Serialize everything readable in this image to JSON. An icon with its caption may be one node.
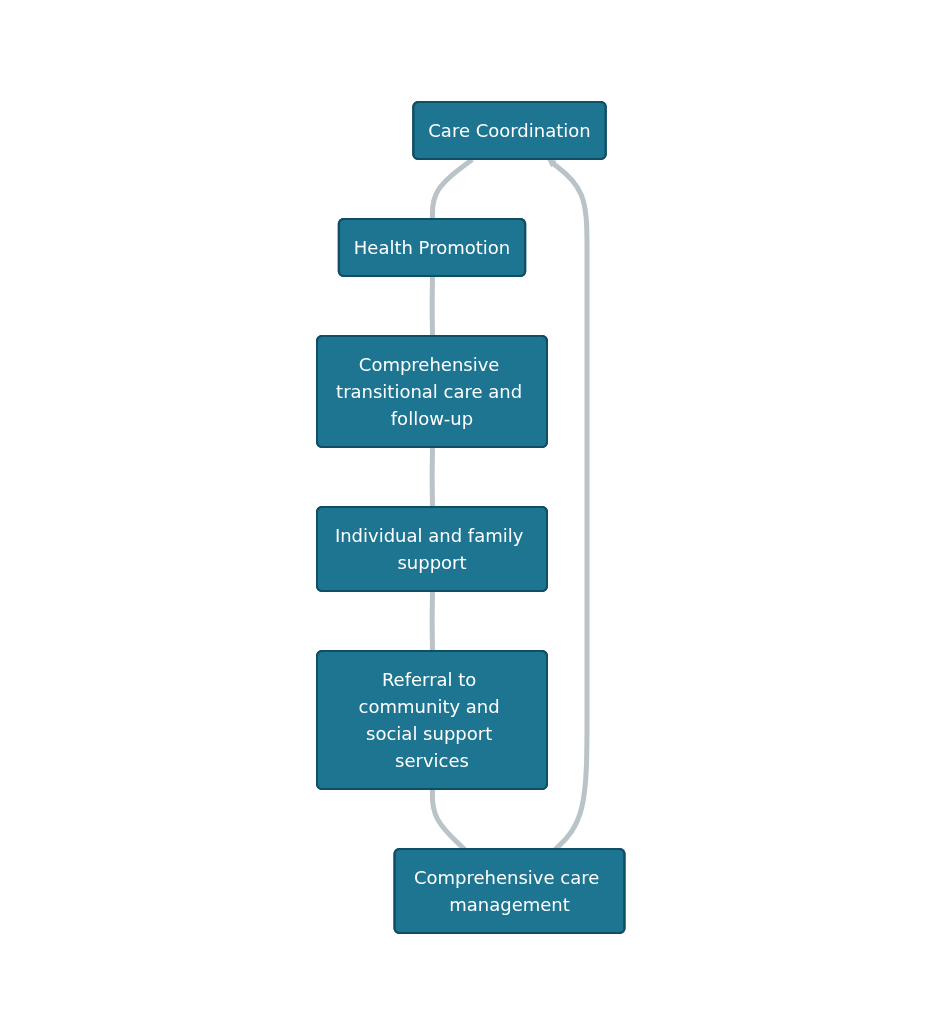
{
  "diagram": {
    "nodes": [
      {
        "text": [
          "Care Coordination"
        ]
      },
      {
        "text": [
          "Health Promotion"
        ]
      },
      {
        "text": [
          "Comprehensive transitional care and follow-up"
        ]
      },
      {
        "text": [
          "Individual and family support"
        ]
      },
      {
        "text": [
          "Referral to community and social support services"
        ]
      },
      {
        "text": [
          "Comprehensive care management"
        ]
      }
    ],
    "edges": [
      {
        "from": 0,
        "to": 1,
        "arrow": "none"
      },
      {
        "from": 1,
        "to": 2,
        "arrow": "none"
      },
      {
        "from": 2,
        "to": 3,
        "arrow": "none"
      },
      {
        "from": 3,
        "to": 4,
        "arrow": "none"
      },
      {
        "from": 4,
        "to": 5,
        "arrow": "none"
      },
      {
        "from": 5,
        "to": 0,
        "arrow": "to"
      }
    ]
  }
}
